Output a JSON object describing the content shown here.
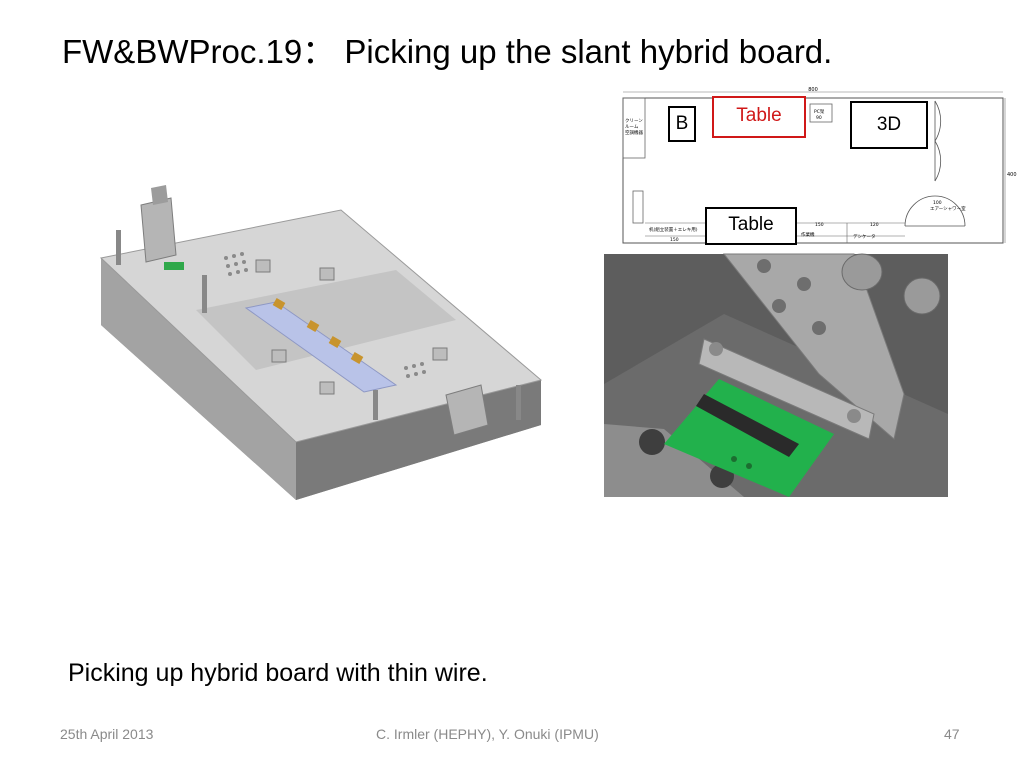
{
  "slide": {
    "title": "FW&BWProc.19： Picking up the slant hybrid board.",
    "caption": "Picking up hybrid board with thin wire."
  },
  "floor_plan": {
    "label_b": "B",
    "label_table_top": "Table",
    "label_3d": "3D",
    "label_table_bottom": "Table",
    "dim_top": "800",
    "dim_right": "400",
    "dim_left_block": "150",
    "dim_mid_block": "150",
    "dim_right_block": "120",
    "dim_shower": "100",
    "pc_rack": "PC架",
    "pc_rack_dim": "90",
    "clean_room": [
      "クリーン",
      "ルーム",
      "空調機器"
    ],
    "workbench": "机(組立装置＋エレキ用)",
    "work_machine": "作業機",
    "desiccator": "デシケータ",
    "air_shower": "エアーシャワー室"
  },
  "footer": {
    "date": "25th April 2013",
    "authors": "C. Irmler (HEPHY), Y. Onuki (IPMU)",
    "page": "47"
  },
  "colors": {
    "table_highlight": "#d01818",
    "pcb_green": "#22b14c",
    "footer_text": "#8a8a8a"
  }
}
